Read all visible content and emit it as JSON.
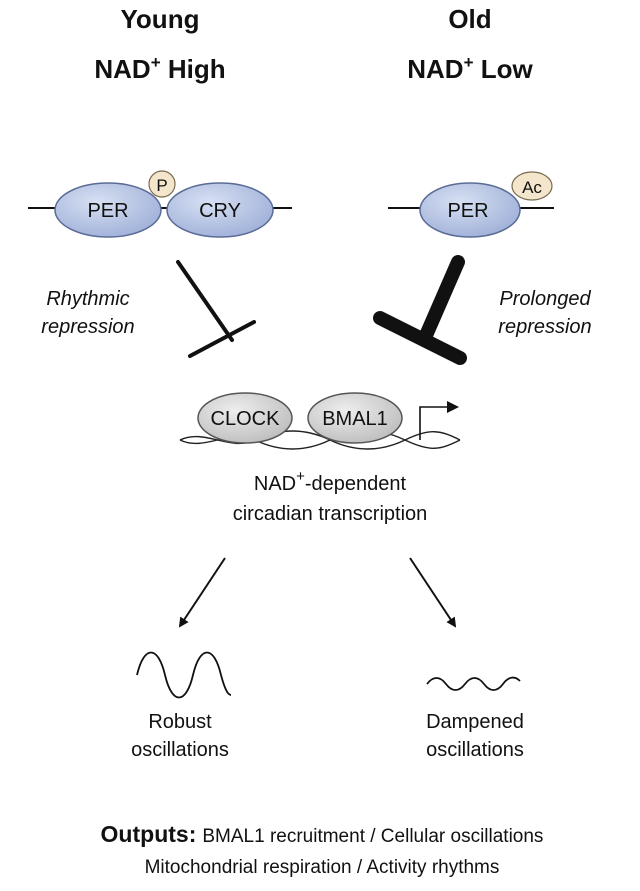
{
  "headers": {
    "left_line1": "Young",
    "left_line2_base": "NAD",
    "left_line2_sup": "+",
    "left_line2_rest": " High",
    "right_line1": "Old",
    "right_line2_base": "NAD",
    "right_line2_sup": "+",
    "right_line2_rest": " Low"
  },
  "left_complex": {
    "per": "PER",
    "cry": "CRY",
    "mod": "P"
  },
  "right_complex": {
    "per": "PER",
    "mod": "Ac"
  },
  "left_repression": {
    "line1": "Rhythmic",
    "line2": "repression"
  },
  "right_repression": {
    "line1": "Prolonged",
    "line2": "repression"
  },
  "center_complex": {
    "clock": "CLOCK",
    "bmal1": "BMAL1"
  },
  "transcription": {
    "line1_base": "NAD",
    "line1_sup": "+",
    "line1_rest": "-dependent",
    "line2": "circadian transcription"
  },
  "left_result": {
    "line1": "Robust",
    "line2": "oscillations"
  },
  "right_result": {
    "line1": "Dampened",
    "line2": "oscillations"
  },
  "outputs": {
    "label": "Outputs:",
    "line1": "BMAL1 recruitment / Cellular oscillations",
    "line2": "Mitochondrial respiration / Activity rhythms"
  },
  "colors": {
    "per_cry_fill": "#b7c4e3",
    "per_cry_stroke": "#5a6b96",
    "mod_fill": "#f3e6cc",
    "clock_fill": "#d4d4d4",
    "clock_stroke": "#555555"
  }
}
